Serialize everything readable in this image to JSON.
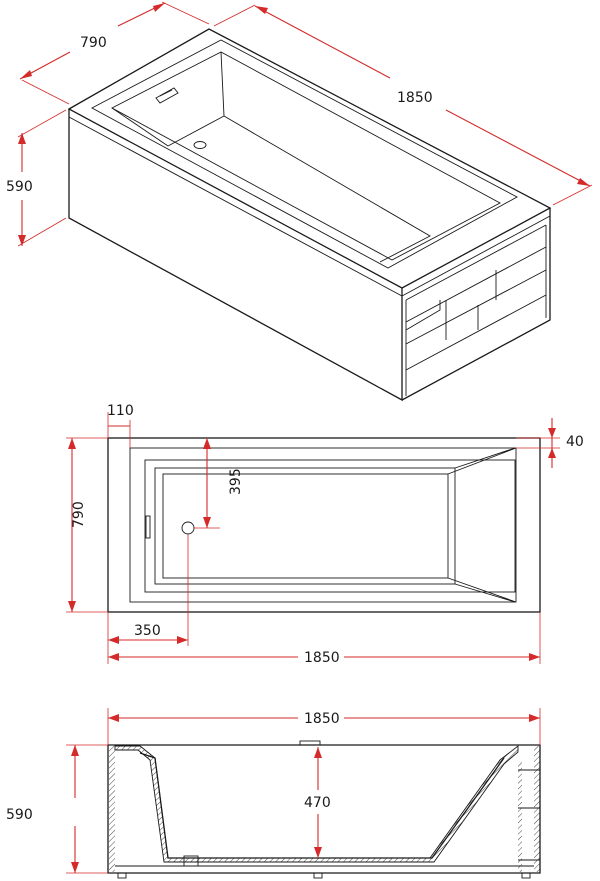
{
  "iso_view": {
    "width_label": "790",
    "length_label": "1850",
    "height_label": "590"
  },
  "top_view": {
    "rim_label": "110",
    "rim_end_label": "40",
    "depth_width_label": "790",
    "drain_y_label": "395",
    "drain_x_label": "350",
    "length_label": "1850"
  },
  "side_view": {
    "length_label": "1850",
    "height_label": "590",
    "inner_depth_label": "470"
  },
  "colors": {
    "line": "#1a1a1a",
    "dimension": "#d42a2a"
  }
}
